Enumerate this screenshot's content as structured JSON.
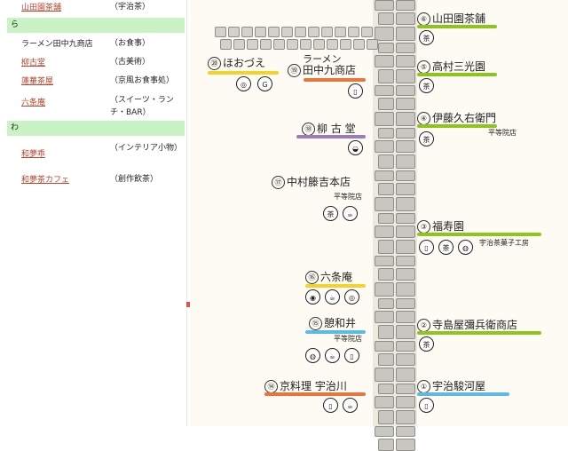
{
  "listing": {
    "rows": [
      {
        "name": "山田園茶舗",
        "category": "（宇治茶）",
        "link": true
      },
      {
        "name": "ラーメン田中九商店",
        "category": "（お食事）",
        "link": false
      },
      {
        "name": "柳古堂",
        "category": "（古美術）",
        "link": true
      },
      {
        "name": "蓮華茶屋",
        "category": "（京風お食事処）",
        "link": true
      },
      {
        "name": "六条庵",
        "category": "（スイーツ・ランチ・BAR）",
        "link": true
      },
      {
        "name": "和夢乖",
        "category": "（インテリア小物）",
        "link": true
      },
      {
        "name": "和夢茶カフェ",
        "category": "（創作飲茶）",
        "link": true
      }
    ],
    "groups": [
      "ら",
      "わ"
    ]
  },
  "map": {
    "shops": [
      {
        "num": "⑳",
        "name": "ほおづえ"
      },
      {
        "num": "⑲",
        "name": "田中九商店",
        "prefix": "ラーメン"
      },
      {
        "num": "⑱",
        "name": "柳 古 堂"
      },
      {
        "num": "⑰",
        "name": "中村籐吉本店",
        "sub": "平等院店"
      },
      {
        "num": "⑯",
        "name": "六条庵"
      },
      {
        "num": "⑮",
        "name": "憩和井",
        "sub": "平等院店"
      },
      {
        "num": "⑭",
        "name": "京料理 宇治川"
      },
      {
        "num": "⑥",
        "name": "山田園茶舗"
      },
      {
        "num": "⑤",
        "name": "高村三光園"
      },
      {
        "num": "④",
        "name": "伊藤久右衛門",
        "sub": "平等院店"
      },
      {
        "num": "③",
        "name": "福寿園",
        "sub": "宇治茶菓子工房"
      },
      {
        "num": "②",
        "name": "寺島屋彌兵衛商店"
      },
      {
        "num": "①",
        "name": "宇治駿河屋"
      }
    ],
    "icon_labels": {
      "tea": "茶",
      "g": "G"
    },
    "colors": {
      "green": "#8fc31f",
      "orange": "#e8753a",
      "purple": "#9b7fb3",
      "blue": "#5bbbe6",
      "yellow": "#f2d22e"
    }
  }
}
